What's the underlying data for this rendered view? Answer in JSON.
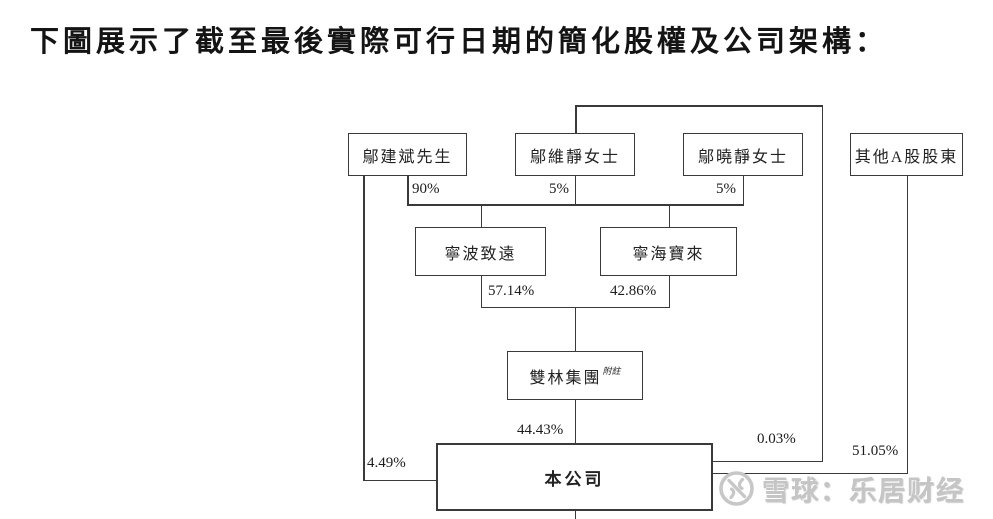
{
  "page": {
    "title": "下圖展示了截至最後實際可行日期的簡化股權及公司架構："
  },
  "colors": {
    "line": "#3a3a3a",
    "text": "#1c1c1c",
    "watermark": "#c5c5c5"
  },
  "diagram": {
    "type": "shareholding-structure",
    "nodes": [
      {
        "id": "wu_jianbin",
        "label": "鄔建斌先生"
      },
      {
        "id": "wu_weijing",
        "label": "鄔維靜女士"
      },
      {
        "id": "wu_xiaojing",
        "label": "鄔曉靜女士"
      },
      {
        "id": "other_a_shareholders",
        "label": "其他A股股東"
      },
      {
        "id": "ningbo_zhiyuan",
        "label": "寧波致遠"
      },
      {
        "id": "ninghai_baolai",
        "label": "寧海寶來"
      },
      {
        "id": "shuanglin_group",
        "label": "雙林集團",
        "note": "附註"
      },
      {
        "id": "company",
        "label": "本公司"
      }
    ],
    "edges": [
      {
        "from": "鄔建斌先生",
        "to": "寧波致遠／寧海寶來",
        "pct": "90%"
      },
      {
        "from": "鄔維靜女士",
        "to": "寧波致遠／寧海寶來",
        "pct": "5%"
      },
      {
        "from": "鄔曉靜女士",
        "to": "寧波致遠／寧海寶來",
        "pct": "5%"
      },
      {
        "from": "寧波致遠",
        "to": "雙林集團",
        "pct": "57.14%"
      },
      {
        "from": "寧海寶來",
        "to": "雙林集團",
        "pct": "42.86%"
      },
      {
        "from": "雙林集團",
        "to": "本公司",
        "pct": "44.43%"
      },
      {
        "from": "鄔建斌先生",
        "to": "本公司",
        "pct": "4.49%"
      },
      {
        "from": "鄔維靜女士",
        "to": "本公司",
        "pct": "0.03%"
      },
      {
        "from": "其他A股股東",
        "to": "本公司",
        "pct": "51.05%"
      }
    ]
  },
  "watermark": {
    "logo": "xueqiu-logo",
    "text": "雪球：乐居财经"
  }
}
